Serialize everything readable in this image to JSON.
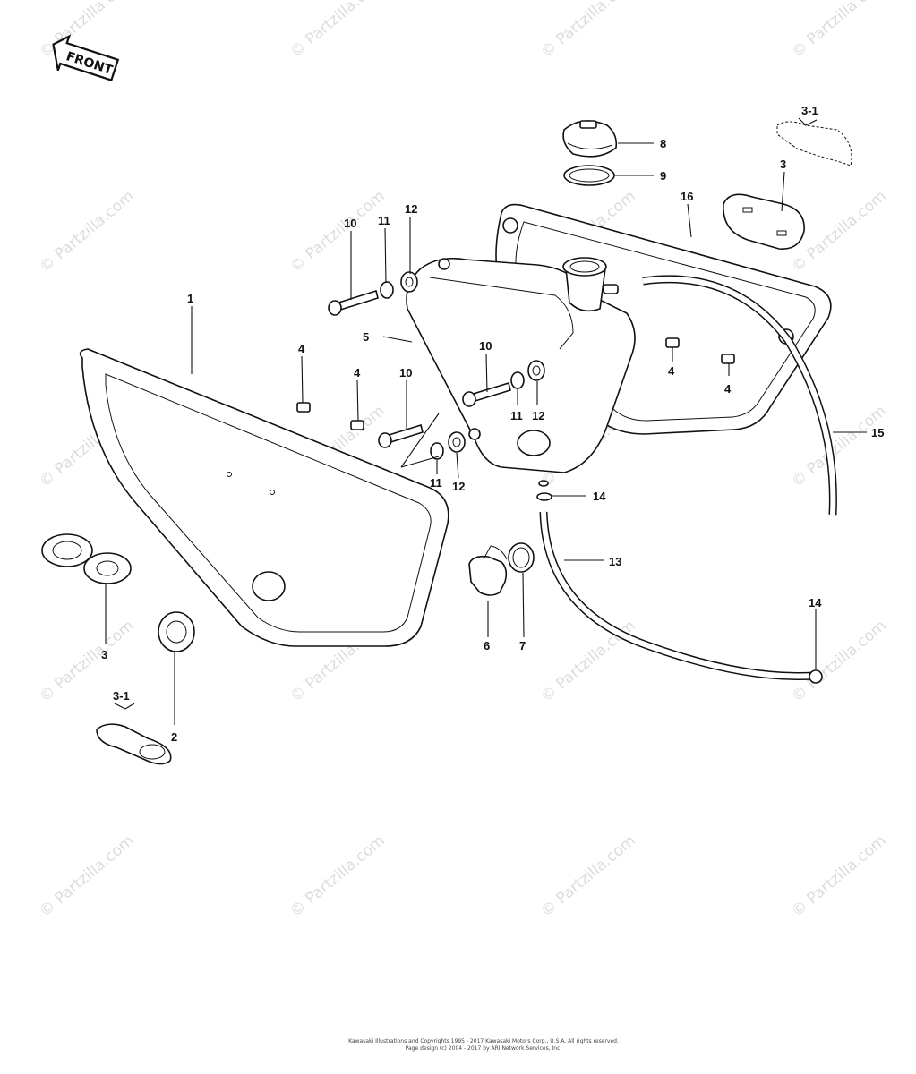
{
  "front_label": "FRONT",
  "watermark": "© Partzilla.com",
  "callouts": {
    "c1": "1",
    "c2": "2",
    "c3a": "3",
    "c3b": "3",
    "c3_1a": "3-1",
    "c3_1b": "3-1",
    "c4a": "4",
    "c4b": "4",
    "c4c": "4",
    "c4d": "4",
    "c5": "5",
    "c6": "6",
    "c7": "7",
    "c8": "8",
    "c9": "9",
    "c10a": "10",
    "c10b": "10",
    "c10c": "10",
    "c11a": "11",
    "c11b": "11",
    "c11c": "11",
    "c12a": "12",
    "c12b": "12",
    "c12c": "12",
    "c13": "13",
    "c14a": "14",
    "c14b": "14",
    "c15": "15",
    "c16": "16"
  },
  "footer": {
    "line1": "Kawasaki Illustrations and Copyrights 1995 - 2017  Kawasaki Motors Corp., U.S.A.  All rights reserved.",
    "line2": "Page design (c) 2004 - 2017 by ARI Network Services, Inc."
  }
}
